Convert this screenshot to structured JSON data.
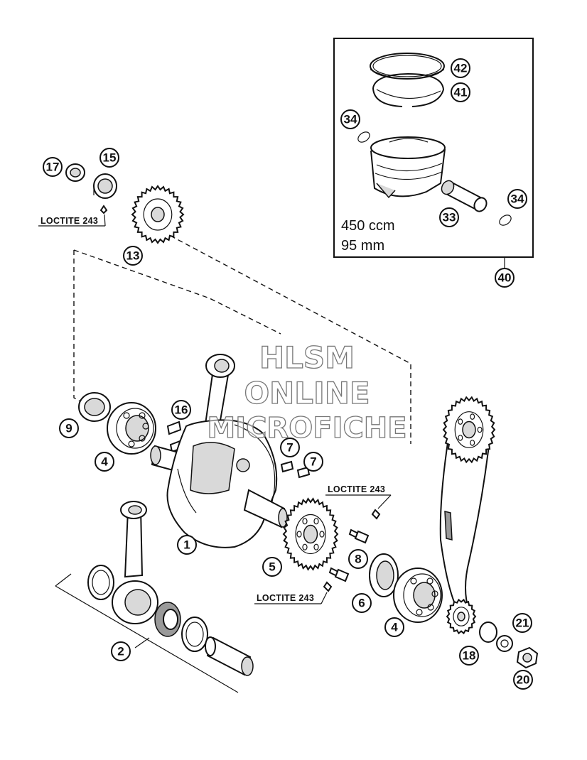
{
  "spec": {
    "displacement": "450 ccm",
    "bore": "95 mm"
  },
  "loctite": {
    "label": "LOCTITE 243"
  },
  "watermark": {
    "line1": "HLSM",
    "line2": "ONLINE",
    "line3": "MICROFICHE"
  },
  "callouts": {
    "p1": "1",
    "p2": "2",
    "p4a": "4",
    "p4b": "4",
    "p5": "5",
    "p6": "6",
    "p7a": "7",
    "p7b": "7",
    "p8": "8",
    "p9": "9",
    "p13": "13",
    "p15": "15",
    "p16": "16",
    "p17": "17",
    "p18": "18",
    "p20": "20",
    "p21": "21",
    "p33": "33",
    "p34a": "34",
    "p34b": "34",
    "p40": "40",
    "p41": "41",
    "p42": "42"
  }
}
